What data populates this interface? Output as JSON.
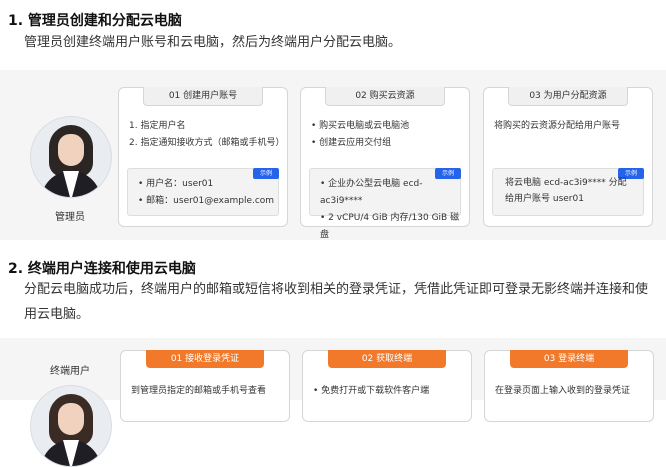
{
  "section1": {
    "title": "1. 管理员创建和分配云电脑",
    "desc": "管理员创建终端用户账号和云电脑，然后为终端用户分配云电脑。",
    "person_label": "管理员",
    "cards": [
      {
        "tab": "01 创建用户账号",
        "items": [
          "指定用户名",
          "指定通知接收方式（邮箱或手机号）"
        ],
        "example_tag": "示例",
        "example_items": [
          "用户名：user01",
          "邮箱：user01@example.com"
        ]
      },
      {
        "tab": "02 购买云资源",
        "items": [
          "购买云电脑或云电脑池",
          "创建云应用交付组"
        ],
        "example_tag": "示例",
        "example_items": [
          "企业办公型云电脑 ecd-ac3i9****",
          "2 vCPU/4 GiB 内存/130 GiB 磁盘"
        ]
      },
      {
        "tab": "03 为用户分配资源",
        "text": "将购买的云资源分配给用户账号",
        "example_tag": "示例",
        "example_text": "将云电脑 ecd-ac3i9**** 分配给用户账号 user01"
      }
    ]
  },
  "section2": {
    "title": "2. 终端用户连接和使用云电脑",
    "desc": "分配云电脑成功后，终端用户的邮箱或短信将收到相关的登录凭证，凭借此凭证即可登录无影终端并连接和使用云电脑。",
    "person_label": "终端用户",
    "cards": [
      {
        "tab": "01 接收登录凭证",
        "text": "到管理员指定的邮箱或手机号查看"
      },
      {
        "tab": "02 获取终端",
        "text": "免费打开或下载软件客户端"
      },
      {
        "tab": "03 登录终端",
        "text": "在登录页面上输入收到的登录凭证"
      }
    ]
  },
  "colors": {
    "accent_orange": "#f2792a",
    "example_tag_blue": "#2563eb",
    "band_bg": "#f5f5f5"
  }
}
